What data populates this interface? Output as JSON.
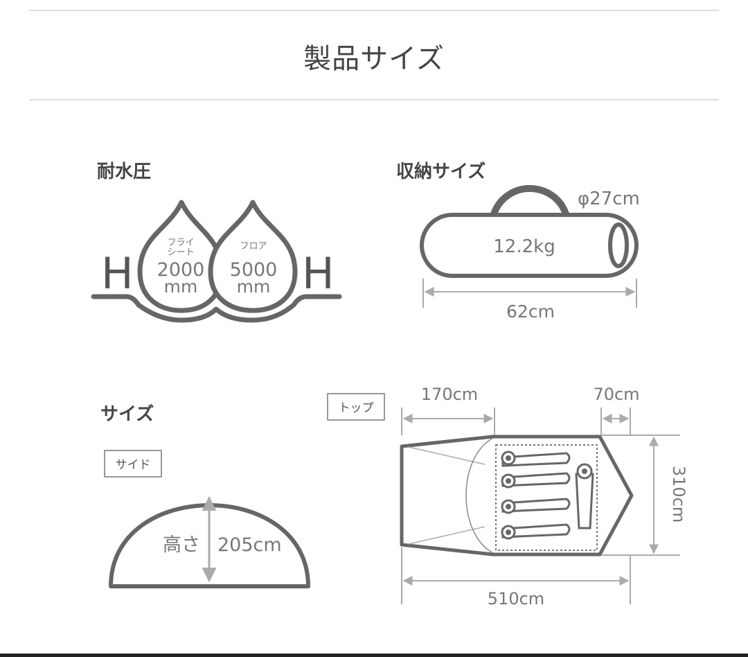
{
  "page_title": "製品サイズ",
  "colors": {
    "stroke": "#666666",
    "dim_line": "#aaaaaa",
    "heading_text": "#444444",
    "value_text": "#777777",
    "rule": "#dddddd"
  },
  "water_pressure": {
    "heading": "耐水圧",
    "h_label": "H",
    "fly": {
      "label_line1": "フライ",
      "label_line2": "シート",
      "value": "2000",
      "unit": "mm"
    },
    "floor": {
      "label": "フロア",
      "value": "5000",
      "unit": "mm"
    }
  },
  "storage": {
    "heading": "収納サイズ",
    "diameter": "φ27cm",
    "weight": "12.2kg",
    "length": "62cm"
  },
  "size": {
    "heading": "サイズ",
    "side_tag": "サイド",
    "height_label": "高さ",
    "height_value": "205cm",
    "top_tag": "トップ",
    "front_width": "170cm",
    "rear_width": "70cm",
    "depth": "310cm",
    "total_length": "510cm"
  }
}
